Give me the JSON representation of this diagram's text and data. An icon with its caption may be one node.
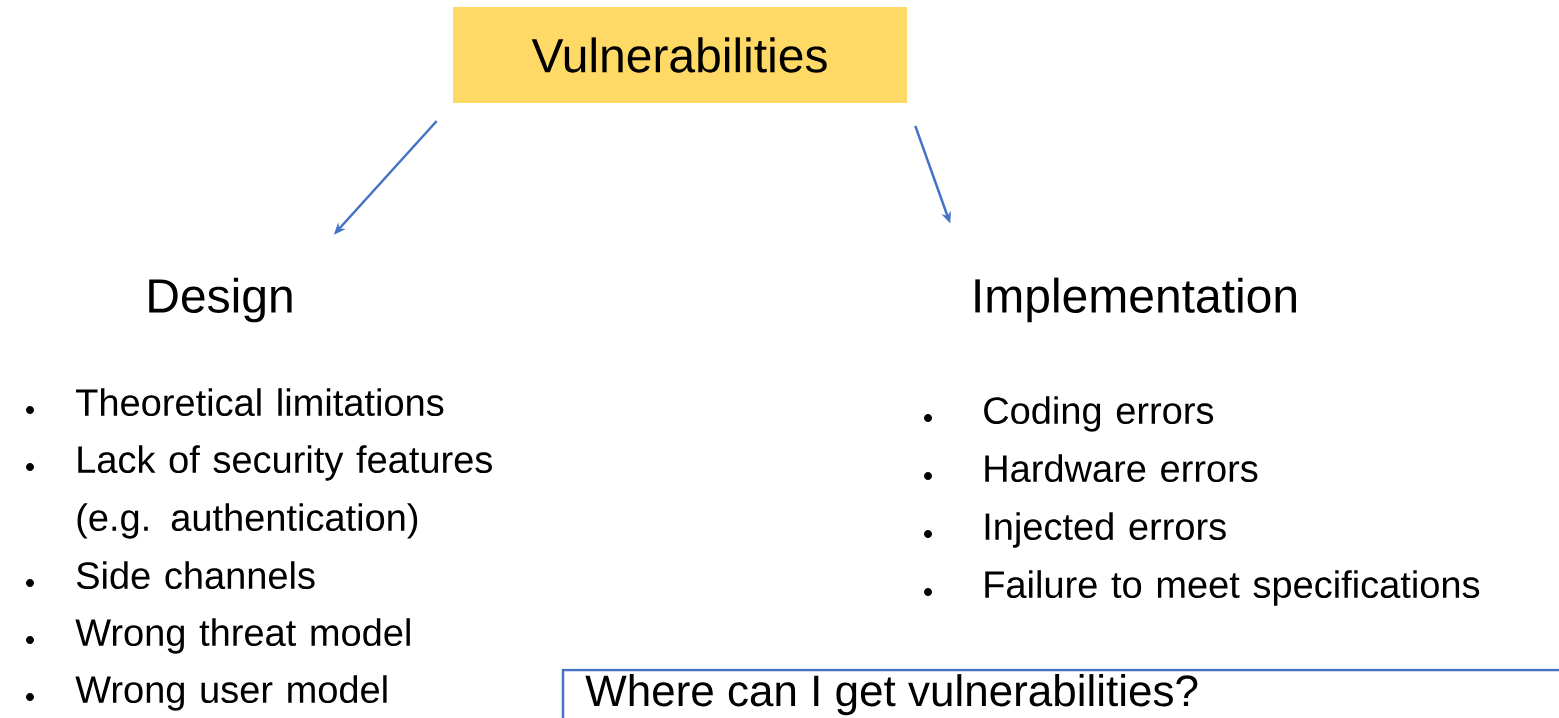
{
  "diagram": {
    "nodes": [
      {
        "text": [
          "Vulnerabilities"
        ]
      },
      {
        "text": [
          "Design"
        ]
      },
      {
        "text": [
          "Implementation"
        ]
      },
      {
        "text": [
          "Where can I get vulnerabilities?"
        ]
      }
    ],
    "edges": [
      {
        "from": 0,
        "to": 1,
        "arrow": "to"
      },
      {
        "from": 0,
        "to": 2,
        "arrow": "to"
      }
    ],
    "labels": [
      "Theoretical limitations",
      "Lack of security features (e.g. authentication)",
      "Side channels",
      "Wrong threat model",
      "Wrong user model",
      "Coding errors",
      "Hardware errors",
      "Injected errors",
      "Failure to meet specifications"
    ]
  }
}
